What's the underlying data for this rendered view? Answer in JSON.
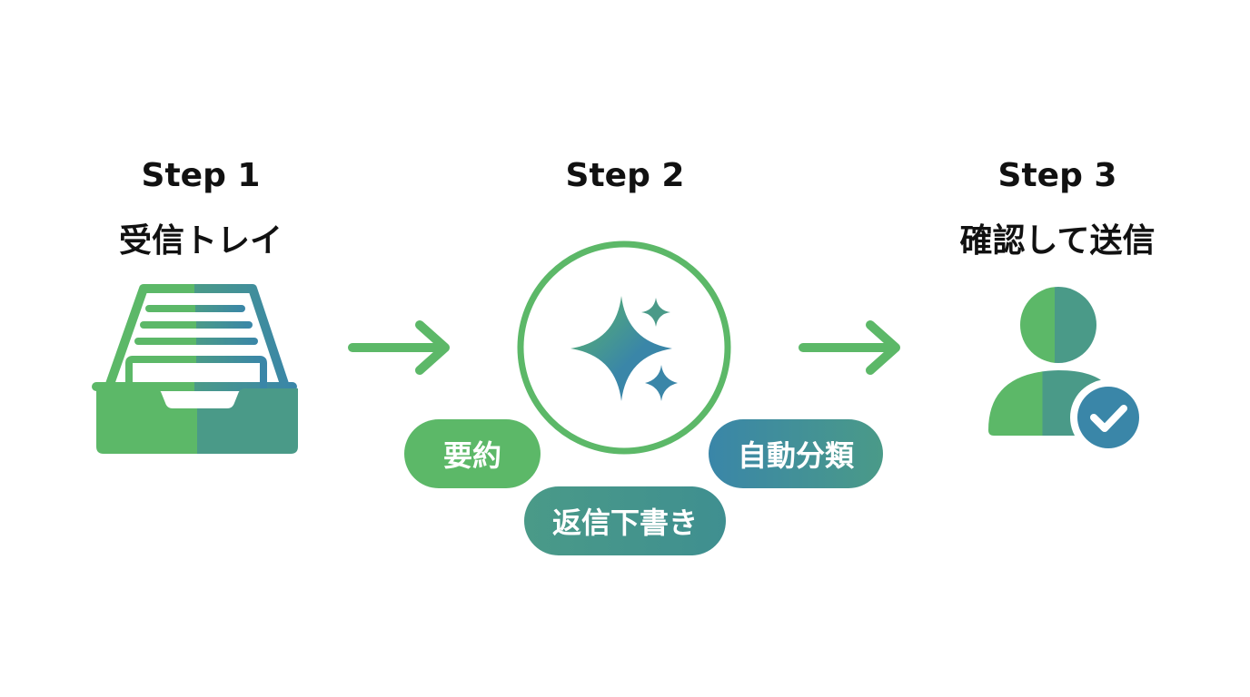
{
  "colors": {
    "green": "#5cb868",
    "teal": "#4a9a88",
    "blue": "#3a86a8",
    "text": "#111111",
    "background": "#ffffff"
  },
  "steps": [
    {
      "heading": "Step 1",
      "title": "受信トレイ",
      "icon": "inbox-tray-icon"
    },
    {
      "heading": "Step 2",
      "title": "",
      "icon": "sparkle-icon",
      "features": [
        "要約",
        "返信下書き",
        "自動分類"
      ]
    },
    {
      "heading": "Step 3",
      "title": "確認して送信",
      "icon": "user-check-icon"
    }
  ],
  "connectors": [
    "arrow-right-icon",
    "arrow-right-icon"
  ]
}
